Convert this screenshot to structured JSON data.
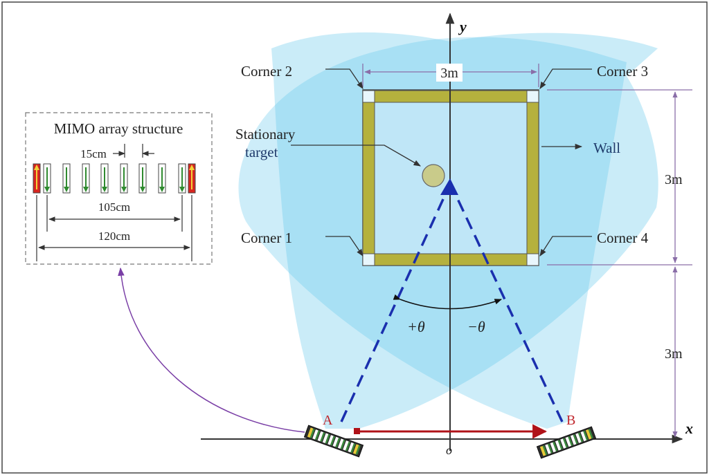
{
  "axes": {
    "x_label": "x",
    "y_label": "y",
    "origin_label": "o"
  },
  "room": {
    "width_label": "3m",
    "depth_label": "3m",
    "standoff_label": "3m",
    "corners": [
      "Corner 1",
      "Corner 2",
      "Corner 3",
      "Corner 4"
    ],
    "wall_label": "Wall",
    "target_label": [
      "Stationary",
      "target"
    ]
  },
  "angles": {
    "positive": "+θ",
    "negative": "−θ"
  },
  "radars": {
    "a_label": "A",
    "b_label": "B"
  },
  "mimo": {
    "title": "MIMO array structure",
    "spacing_label": "15cm",
    "inner_span_label": "105cm",
    "outer_span_label": "120cm"
  },
  "colors": {
    "beam": "#5bc3ea",
    "wall": "#b5b13d",
    "room_fill": "#bfe6f7",
    "dashed_ray": "#1a2fae",
    "baseline_arrow": "#b01218",
    "connector": "#7a3fa6",
    "dimension": "#8a6ea8",
    "radar_stripe": "#3a8a3c"
  }
}
